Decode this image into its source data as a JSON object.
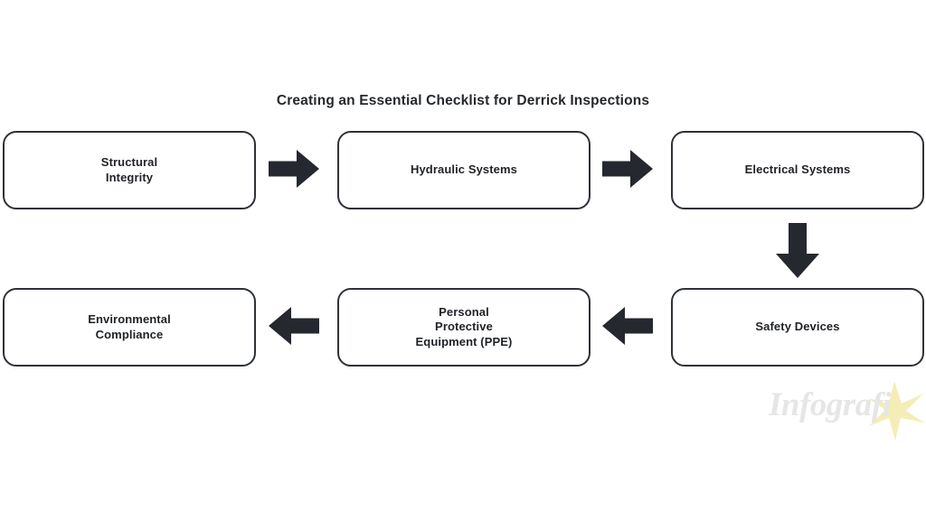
{
  "title": "Creating an Essential Checklist for Derrick Inspections",
  "colors": {
    "background": "#ffffff",
    "box_border": "#2e3238",
    "box_fill": "#ffffff",
    "text": "#1f2226",
    "title_text": "#25282c",
    "arrow": "#25282e",
    "watermark_text": "#e6e6e6",
    "watermark_accent": "#f4edb6"
  },
  "nodes": [
    {
      "id": "structural-integrity",
      "label": "Structural\nIntegrity",
      "row": 1,
      "column": 1
    },
    {
      "id": "hydraulic-systems",
      "label": "Hydraulic Systems",
      "row": 1,
      "column": 2
    },
    {
      "id": "electrical-systems",
      "label": "Electrical Systems",
      "row": 1,
      "column": 3
    },
    {
      "id": "safety-devices",
      "label": "Safety Devices",
      "row": 2,
      "column": 3
    },
    {
      "id": "ppe",
      "label": "Personal\nProtective\nEquipment (PPE)",
      "row": 2,
      "column": 2
    },
    {
      "id": "environmental-compliance",
      "label": "Environmental\nCompliance",
      "row": 2,
      "column": 1
    }
  ],
  "arrows": [
    {
      "id": "arrow-1",
      "direction": "right",
      "from": "structural-integrity",
      "to": "hydraulic-systems"
    },
    {
      "id": "arrow-2",
      "direction": "right",
      "from": "hydraulic-systems",
      "to": "electrical-systems"
    },
    {
      "id": "arrow-3",
      "direction": "down",
      "from": "electrical-systems",
      "to": "safety-devices"
    },
    {
      "id": "arrow-4",
      "direction": "left",
      "from": "safety-devices",
      "to": "ppe"
    },
    {
      "id": "arrow-5",
      "direction": "left",
      "from": "ppe",
      "to": "environmental-compliance"
    }
  ],
  "watermark": {
    "text": "Infografi",
    "accent_glyph": "X",
    "full_text": "InfografiX"
  }
}
